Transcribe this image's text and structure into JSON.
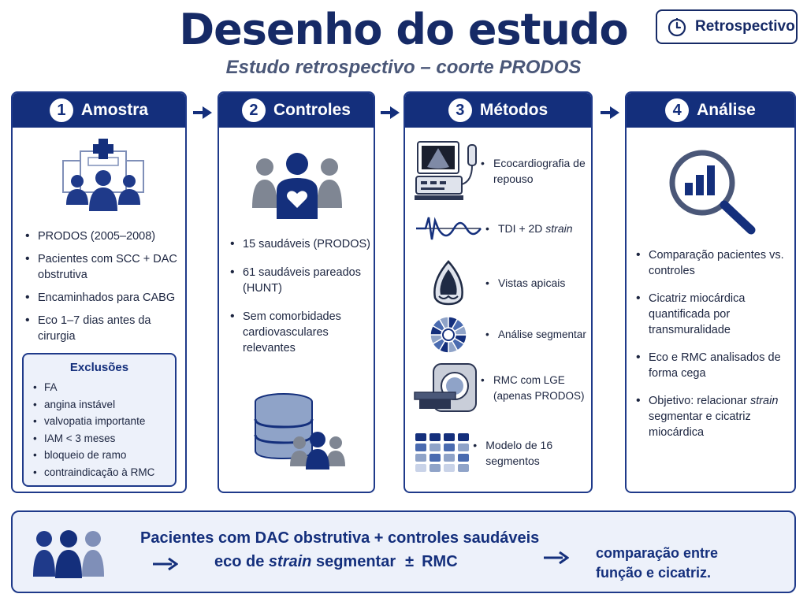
{
  "header": {
    "title": "Desenho do estudo",
    "subtitle": "Estudo retrospectivo – coorte PRODOS",
    "badge": "Retrospectivo"
  },
  "colors": {
    "primary": "#142f7c",
    "light_fill": "#edf1fa",
    "icon_blue": "#2a4d9b",
    "icon_gray": "#7f8693"
  },
  "panels": [
    {
      "number": "1",
      "title": "Amostra",
      "icon": "hospital-patients-icon",
      "bullets": [
        "PRODOS (2005–2008)",
        "Pacientes com SCC + DAC obstrutiva",
        "Encaminhados para CABG",
        "Eco 1–7 dias antes da cirurgia"
      ],
      "exclusions": {
        "title": "Exclusões",
        "items": [
          "FA",
          "angina instável",
          "valvopatia importante",
          "IAM < 3 meses",
          "bloqueio de ramo",
          "contraindicação à RMC"
        ]
      }
    },
    {
      "number": "2",
      "title": "Controles",
      "icon": "healthy-people-icon",
      "bullets": [
        "15 saudáveis (PRODOS)",
        "61 saudáveis pareados (HUNT)",
        "Sem comorbidades cardiovasculares relevantes"
      ],
      "bottom_icon": "database-people-icon"
    },
    {
      "number": "3",
      "title": "Métodos",
      "methods": [
        {
          "icon": "echo-machine-icon",
          "text": "Ecocardiografia de repouso"
        },
        {
          "icon": "waveform-icon",
          "text_prefix": "TDI + 2D ",
          "text_italic": "strain"
        },
        {
          "icon": "apical-view-icon",
          "text": "Vistas apicais"
        },
        {
          "icon": "segment-wheel-icon",
          "text": "Análise segmentar"
        },
        {
          "icon": "mri-scanner-icon",
          "text": "RMC com LGE (apenas PRODOS)"
        },
        {
          "icon": "segment-grid-icon",
          "text": "Modelo de 16 segmentos"
        }
      ]
    },
    {
      "number": "4",
      "title": "Análise",
      "icon": "magnifier-chart-icon",
      "bullets": [
        "Comparação pacientes vs. controles",
        "Cicatriz miocárdica quantificada por transmuralidade",
        "Eco e RMC analisados de forma cega"
      ],
      "objective_prefix": "Objetivo: relacionar ",
      "objective_italic": "strain",
      "objective_suffix": " segmentar e cicatriz miocárdica"
    }
  ],
  "footer": {
    "line1": "Pacientes com DAC obstrutiva + controles saudáveis",
    "line2_prefix": "eco de ",
    "line2_italic": "strain",
    "line2_suffix": " segmentar",
    "line2_pm": "±",
    "line2_end": "RMC",
    "result": "comparação entre função e cicatriz."
  }
}
